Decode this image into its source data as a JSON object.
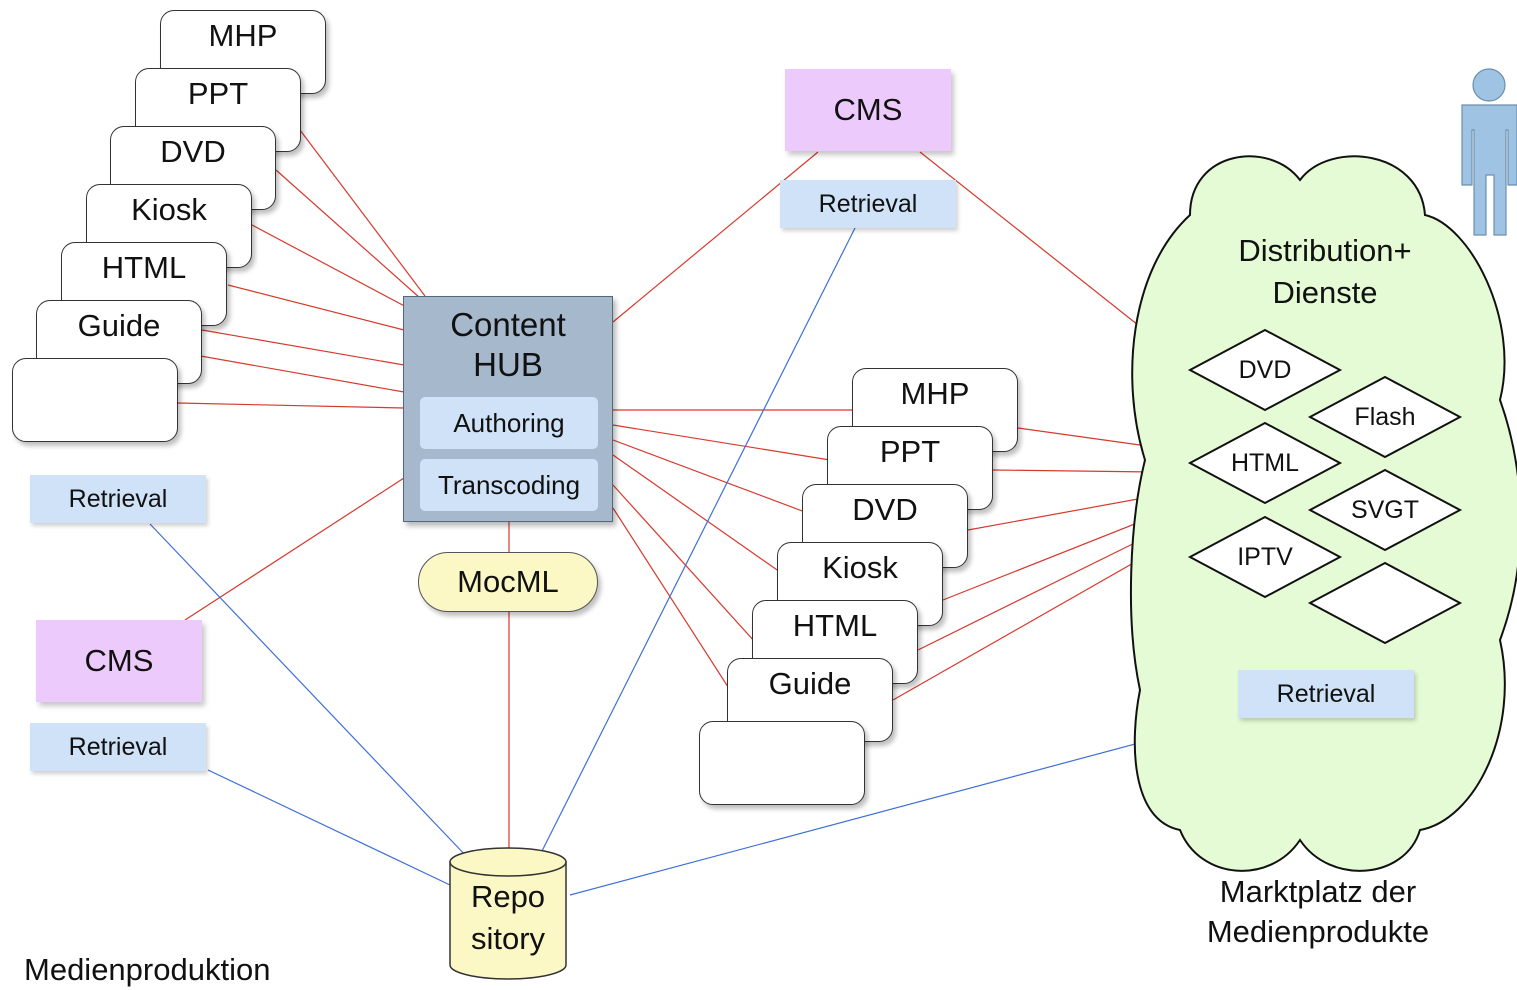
{
  "left_stack": {
    "cards": [
      "MHP",
      "PPT",
      "DVD",
      "Kiosk",
      "HTML",
      "Guide",
      ""
    ],
    "retrieval": "Retrieval"
  },
  "left_cms": {
    "label": "CMS",
    "retrieval": "Retrieval"
  },
  "hub": {
    "title_line1": "Content",
    "title_line2": "HUB",
    "authoring": "Authoring",
    "transcoding": "Transcoding"
  },
  "mocml": "MocML",
  "repository": {
    "line1": "Repo",
    "line2": "sitory"
  },
  "top_cms": {
    "label": "CMS",
    "retrieval": "Retrieval"
  },
  "right_stack": {
    "cards": [
      "MHP",
      "PPT",
      "DVD",
      "Kiosk",
      "HTML",
      "Guide",
      ""
    ]
  },
  "cloud": {
    "title_line1": "Distribution+",
    "title_line2": "Dienste",
    "formats": [
      "DVD",
      "Flash",
      "HTML",
      "SVGT",
      "IPTV",
      ""
    ],
    "retrieval": "Retrieval"
  },
  "captions": {
    "left": "Medienproduktion",
    "right_line1": "Marktplatz der",
    "right_line2": "Medienprodukte"
  },
  "colors": {
    "production_link": "#d63a2e",
    "retrieval_link": "#3f6fd6",
    "cms_fill": "#eccafb",
    "retrieval_fill": "#cfe2f7",
    "hub_fill": "#a6b8cc",
    "mocml_fill": "#fcf8c5",
    "cloud_fill": "#e4fbd5",
    "person_fill": "#9ec3e3"
  }
}
